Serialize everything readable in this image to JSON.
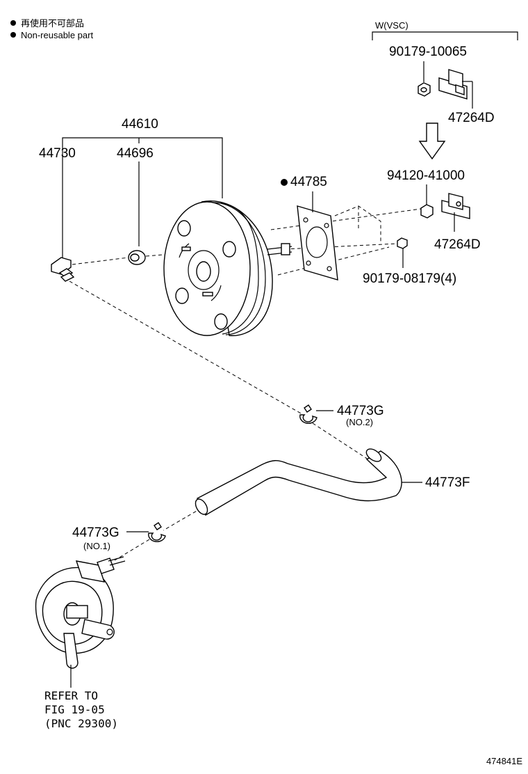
{
  "legend": {
    "line1": "再使用不可部品",
    "line2": "Non-reusable part"
  },
  "variant_label": "W(VSC)",
  "parts": {
    "p90179_10065": "90179-10065",
    "p47264d_top": "47264D",
    "p94120_41000": "94120-41000",
    "p47264d_mid": "47264D",
    "p90179_08179": "90179-08179(4)",
    "p44610": "44610",
    "p44730": "44730",
    "p44696": "44696",
    "p44785": "44785",
    "p44773g_no2": "44773G",
    "no2": "(NO.2)",
    "p44773f": "44773F",
    "p44773g_no1": "44773G",
    "no1": "(NO.1)"
  },
  "refer": {
    "line1": "REFER TO",
    "line2": "FIG 19-05",
    "line3": "(PNC 29300)"
  },
  "figure_id": "474841E"
}
